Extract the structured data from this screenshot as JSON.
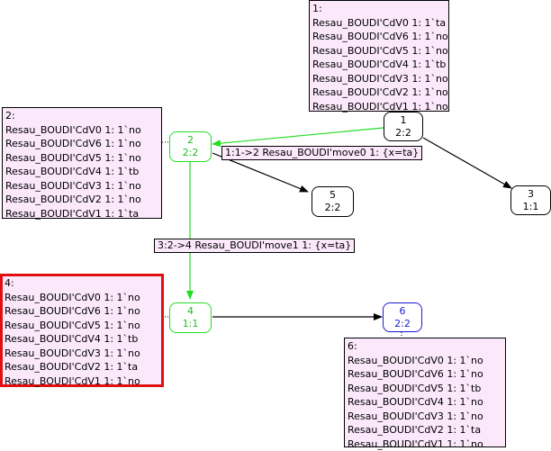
{
  "nodes": {
    "n1": {
      "id": "1",
      "marking": "2:2"
    },
    "n2": {
      "id": "2",
      "marking": "2:2"
    },
    "n3": {
      "id": "3",
      "marking": "1:1"
    },
    "n4": {
      "id": "4",
      "marking": "1:1"
    },
    "n5": {
      "id": "5",
      "marking": "2:2"
    },
    "n6": {
      "id": "6",
      "marking": "2:2"
    }
  },
  "colors": {
    "green": "#22dd22",
    "blue": "#1a1ad6",
    "selected": "#e01010",
    "box_fill": "#fbe9fb"
  },
  "state_boxes": {
    "s1": {
      "title": "1:",
      "lines": [
        "Resau_BOUDI'CdV0 1: 1`ta",
        "Resau_BOUDI'CdV6 1: 1`no",
        "Resau_BOUDI'CdV5 1: 1`no",
        "Resau_BOUDI'CdV4 1: 1`tb",
        "Resau_BOUDI'CdV3 1: 1`no",
        "Resau_BOUDI'CdV2 1: 1`no",
        "Resau_BOUDI'CdV1 1: 1`no"
      ]
    },
    "s2": {
      "title": "2:",
      "lines": [
        "Resau_BOUDI'CdV0 1: 1`no",
        "Resau_BOUDI'CdV6 1: 1`no",
        "Resau_BOUDI'CdV5 1: 1`no",
        "Resau_BOUDI'CdV4 1: 1`tb",
        "Resau_BOUDI'CdV3 1: 1`no",
        "Resau_BOUDI'CdV2 1: 1`no",
        "Resau_BOUDI'CdV1 1: 1`ta"
      ]
    },
    "s4": {
      "title": "4:",
      "lines": [
        "Resau_BOUDI'CdV0 1: 1`no",
        "Resau_BOUDI'CdV6 1: 1`no",
        "Resau_BOUDI'CdV5 1: 1`no",
        "Resau_BOUDI'CdV4 1: 1`tb",
        "Resau_BOUDI'CdV3 1: 1`no",
        "Resau_BOUDI'CdV2 1: 1`ta",
        "Resau_BOUDI'CdV1 1: 1`no"
      ]
    },
    "s6": {
      "title": "6:",
      "lines": [
        "Resau_BOUDI'CdV0 1: 1`no",
        "Resau_BOUDI'CdV6 1: 1`no",
        "Resau_BOUDI'CdV5 1: 1`tb",
        "Resau_BOUDI'CdV4 1: 1`no",
        "Resau_BOUDI'CdV3 1: 1`no",
        "Resau_BOUDI'CdV2 1: 1`ta",
        "Resau_BOUDI'CdV1 1: 1`no"
      ]
    }
  },
  "edge_labels": {
    "e1": "1:1->2 Resau_BOUDI'move0 1: {x=ta}",
    "e3": "3:2->4 Resau_BOUDI'move1 1: {x=ta}"
  }
}
